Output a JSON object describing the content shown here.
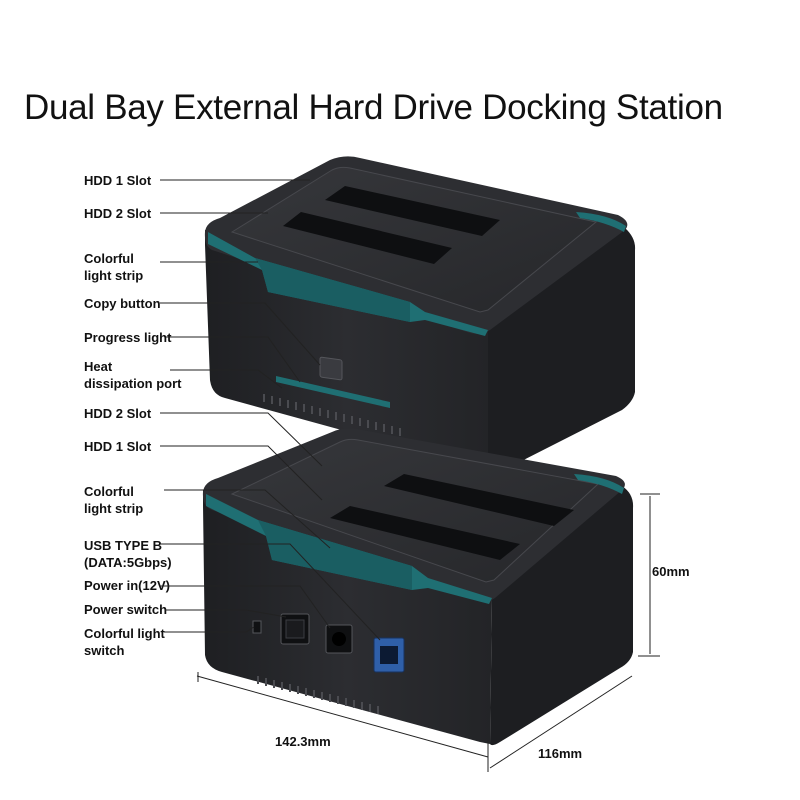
{
  "title": "Dual Bay External Hard Drive Docking Station",
  "top_unit": {
    "callouts": [
      {
        "lines": [
          "HDD 1 Slot"
        ]
      },
      {
        "lines": [
          "HDD 2 Slot"
        ]
      },
      {
        "lines": [
          "Colorful",
          "light strip"
        ]
      },
      {
        "lines": [
          "Copy button"
        ]
      },
      {
        "lines": [
          "Progress light"
        ]
      },
      {
        "lines": [
          "Heat",
          "dissipation port"
        ]
      }
    ]
  },
  "bottom_unit": {
    "callouts": [
      {
        "lines": [
          "HDD 2 Slot"
        ]
      },
      {
        "lines": [
          "HDD 1 Slot"
        ]
      },
      {
        "lines": [
          "Colorful",
          "light strip"
        ]
      },
      {
        "lines": [
          "USB TYPE B",
          "(DATA:5Gbps)"
        ]
      },
      {
        "lines": [
          "Power in(12V)"
        ]
      },
      {
        "lines": [
          "Power switch"
        ]
      },
      {
        "lines": [
          "Colorful light",
          "switch"
        ]
      }
    ]
  },
  "dimensions": {
    "height": "60mm",
    "length": "142.3mm",
    "width": "116mm"
  },
  "colors": {
    "body": "#2a2b2f",
    "accent_teal": "#1f6f73",
    "leader_line": "#222222"
  }
}
